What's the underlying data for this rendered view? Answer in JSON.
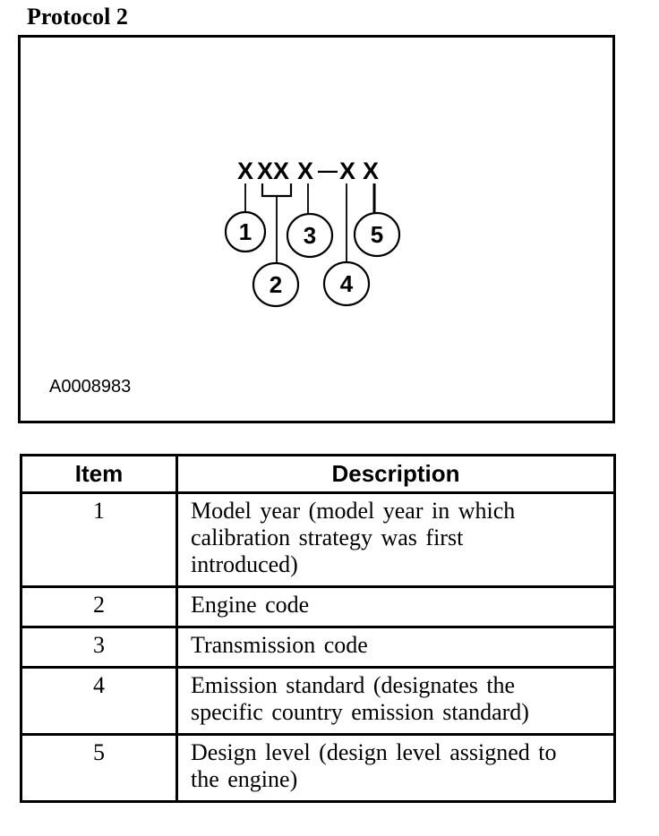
{
  "page": {
    "title": "Protocol 2"
  },
  "figure": {
    "image_code": "A0008983",
    "code_chars": [
      "X",
      "XX",
      "X",
      "—",
      "X",
      "X"
    ],
    "callouts": [
      "1",
      "2",
      "3",
      "4",
      "5"
    ]
  },
  "table": {
    "headers": [
      "Item",
      "Description"
    ],
    "rows": [
      {
        "item": "1",
        "description": "Model year (model year in which calibration strategy was first introduced)"
      },
      {
        "item": "2",
        "description": "Engine code"
      },
      {
        "item": "3",
        "description": "Transmission code"
      },
      {
        "item": "4",
        "description": "Emission standard (designates the specific country emission standard)"
      },
      {
        "item": "5",
        "description": "Design level (design level assigned to the engine)"
      }
    ]
  },
  "colors": {
    "ink": "#000000",
    "paper": "#ffffff"
  }
}
